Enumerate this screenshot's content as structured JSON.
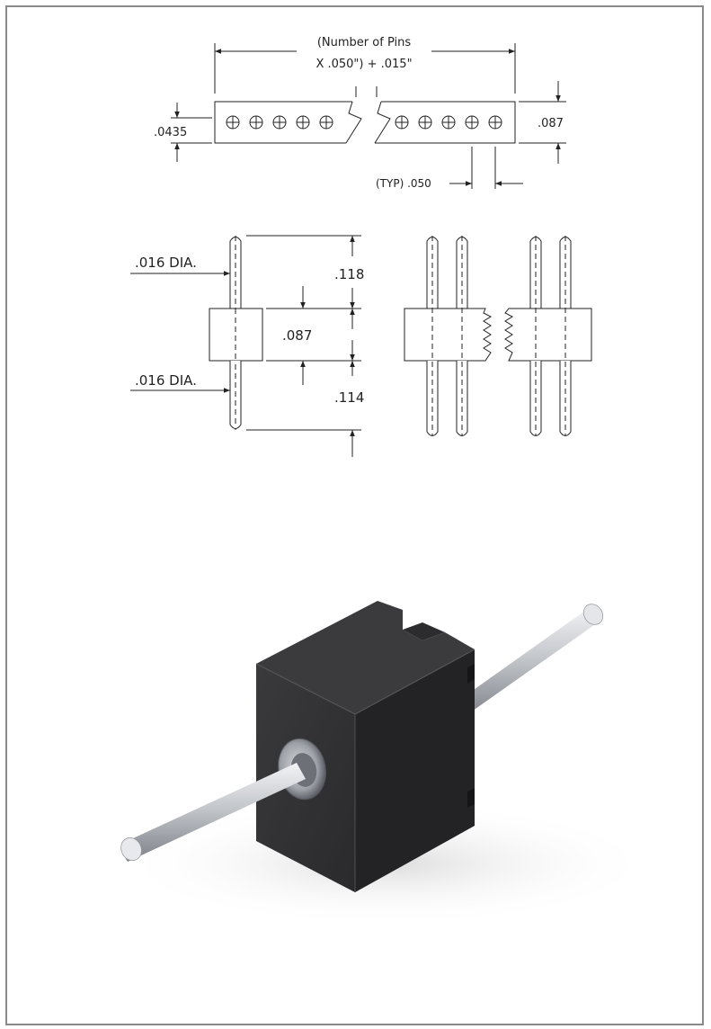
{
  "drawing": {
    "top_view": {
      "length_label_line1": "(Number of Pins",
      "length_label_line2": "X .050\") + .015\"",
      "width_label": ".0435",
      "height_label": ".087",
      "pitch_label": "(TYP) .050"
    },
    "side_view": {
      "pin_diameter_top": ".016 DIA.",
      "pin_diameter_bottom": ".016 DIA.",
      "top_pin_length": ".118",
      "body_height": ".087",
      "bottom_pin_length": ".114"
    }
  },
  "colors": {
    "line": "#222222",
    "body_dark": "#2b2b2d",
    "pin_metal": "#c9cbcf",
    "border": "#8a8a8a"
  },
  "icons": {
    "render": "single-pin-header-3d-render"
  }
}
